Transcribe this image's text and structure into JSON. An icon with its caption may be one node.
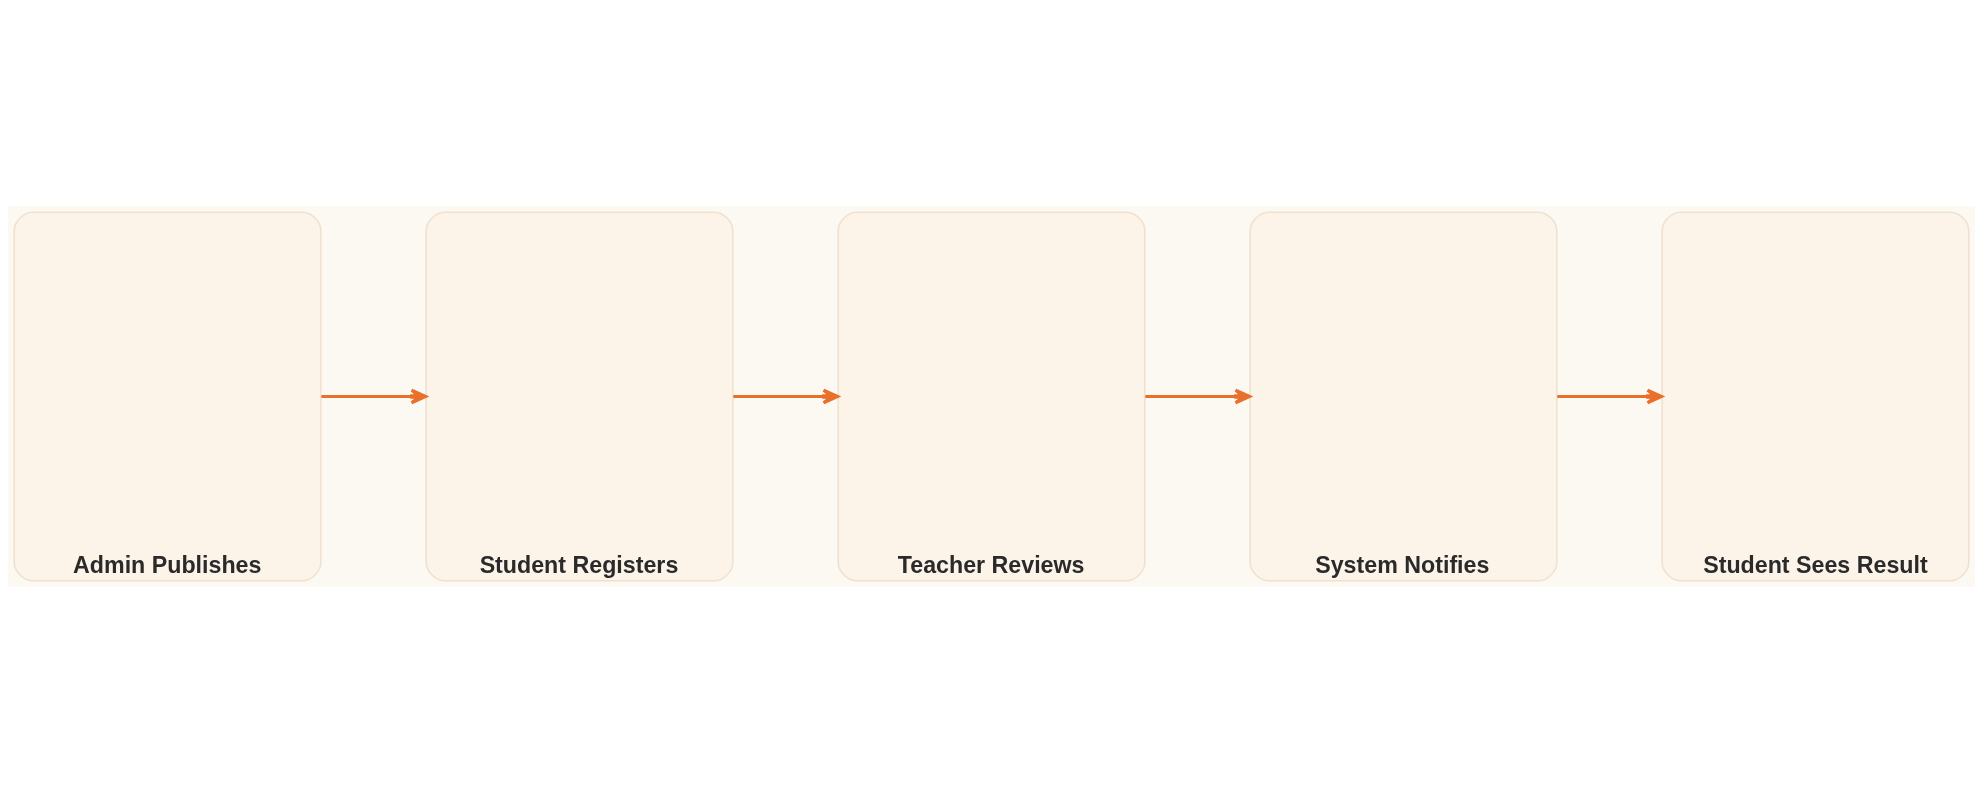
{
  "diagram": {
    "nodes": [
      {
        "text": [
          "Admin Publishes"
        ]
      },
      {
        "text": [
          "Student Registers"
        ]
      },
      {
        "text": [
          "Teacher Reviews"
        ]
      },
      {
        "text": [
          "System Notifies"
        ]
      },
      {
        "text": [
          "Student Sees Result"
        ]
      }
    ],
    "edges": [
      {
        "from": 0,
        "to": 1,
        "arrow": "to"
      },
      {
        "from": 1,
        "to": 2,
        "arrow": "to"
      },
      {
        "from": 2,
        "to": 3,
        "arrow": "to"
      },
      {
        "from": 3,
        "to": 4,
        "arrow": "to"
      }
    ]
  }
}
